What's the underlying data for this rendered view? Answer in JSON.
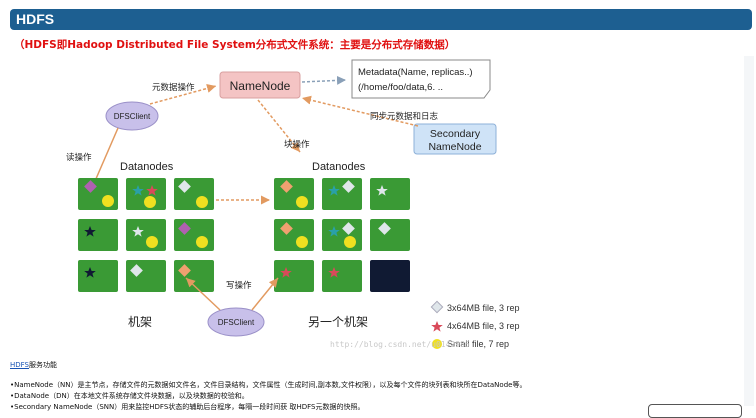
{
  "header": {
    "title": "HDFS"
  },
  "subtitle": "（HDFS即Hadoop Distributed File System分布式文件系统：主要是分布式存储数据）",
  "diagram": {
    "namenode": "NameNode",
    "metadata_line1": "Metadata(Name, replicas..)",
    "metadata_line2": "(/home/foo/data,6. ..",
    "metadata_op": "元数据操作",
    "sync_label": "同步元数据和日志",
    "secondary_line1": "Secondary",
    "secondary_line2": "NameNode",
    "dfsclient_top": "DFSClient",
    "dfsclient_bottom": "DFSClient",
    "read_op": "读操作",
    "block_op": "块操作",
    "write_op": "写操作",
    "datanodes_left": "Datanodes",
    "datanodes_right": "Datanodes",
    "rack_left": "机架",
    "rack_right": "另一个机架",
    "legend": [
      {
        "label": "3x64MB file, 3 rep",
        "marker": "diamond-icon",
        "color": "#dfe6ea"
      },
      {
        "label": "4x64MB file, 3 rep",
        "marker": "star-icon",
        "color": "#d94a5a"
      },
      {
        "label": "Small file, 7 rep",
        "marker": "circle-icon",
        "color": "#f0e020"
      }
    ],
    "watermark": "http://blog.csdn.net/u0142986",
    "colors": {
      "cell_green": "#3a9a35",
      "cell_dark": "#101a33",
      "namenode_fill": "#f4c4c4",
      "secondary_fill": "#cfe3f7",
      "client_fill": "#c8c0ea"
    }
  },
  "links": {
    "hdfs_link": "HDFS",
    "hdfs_suffix": "服务功能",
    "descriptions": [
      "•NameNode（NN）是主节点，存储文件的元数据如文件名，文件目录结构，文件属性（生成时间,副本数,文件权限），以及每个文件的块列表和块所在DataNode等。",
      "•DataNode（DN）在本地文件系统存储文件块数据，以及块数据的校验和。",
      "•Secondary NameNode（SNN）用来监控HDFS状态的辅助后台程序，每隔一段时间获 取HDFS元数据的快照。"
    ]
  }
}
